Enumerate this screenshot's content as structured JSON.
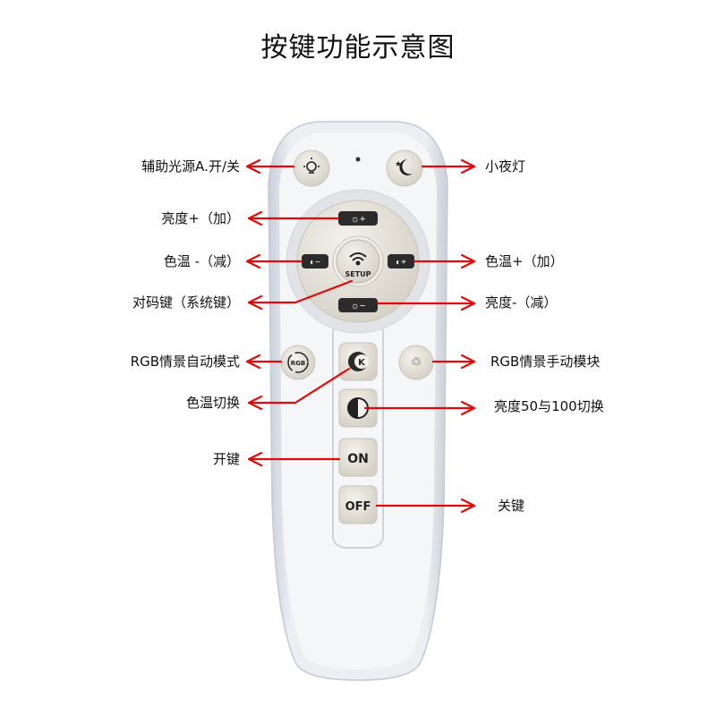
{
  "title": "按键功能示意图",
  "labels": {
    "aux_light": "辅助光源A.开/关",
    "night_light": "小夜灯",
    "brightness_up": "亮度+（加）",
    "color_temp_down": "色温 -（减）",
    "color_temp_up": "色温+（加）",
    "pairing": "对码键（系统键）",
    "brightness_down": "亮度-（减）",
    "rgb_auto": "RGB情景自动模式",
    "rgb_manual": "RGB情景手动模块",
    "color_temp_switch": "色温切换",
    "brightness_toggle": "亮度50与100切换",
    "on": "开键",
    "off": "关键"
  },
  "buttons": {
    "setup": "SETUP",
    "on": "ON",
    "off": "OFF",
    "rgb": "RGB",
    "k": "K"
  },
  "colors": {
    "arrow": "#e10a0a",
    "remote_body": "#e9ebef",
    "remote_edge": "#c9ced8",
    "button": "#e8e5dc",
    "button_dark": "#2b2b2b"
  }
}
